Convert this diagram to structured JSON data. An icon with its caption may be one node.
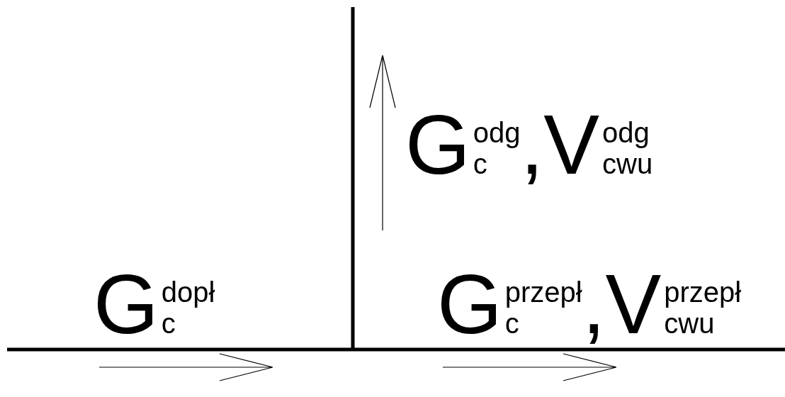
{
  "diagram": {
    "labels": [
      "G$_{c}$$^{dopł}$",
      "G$_{c}$$^{odg}$,V$_{cwu}$$^{odg}$",
      "G$_{c}$$^{przepł}$,V$_{cwu}$$^{przepł}$"
    ]
  }
}
